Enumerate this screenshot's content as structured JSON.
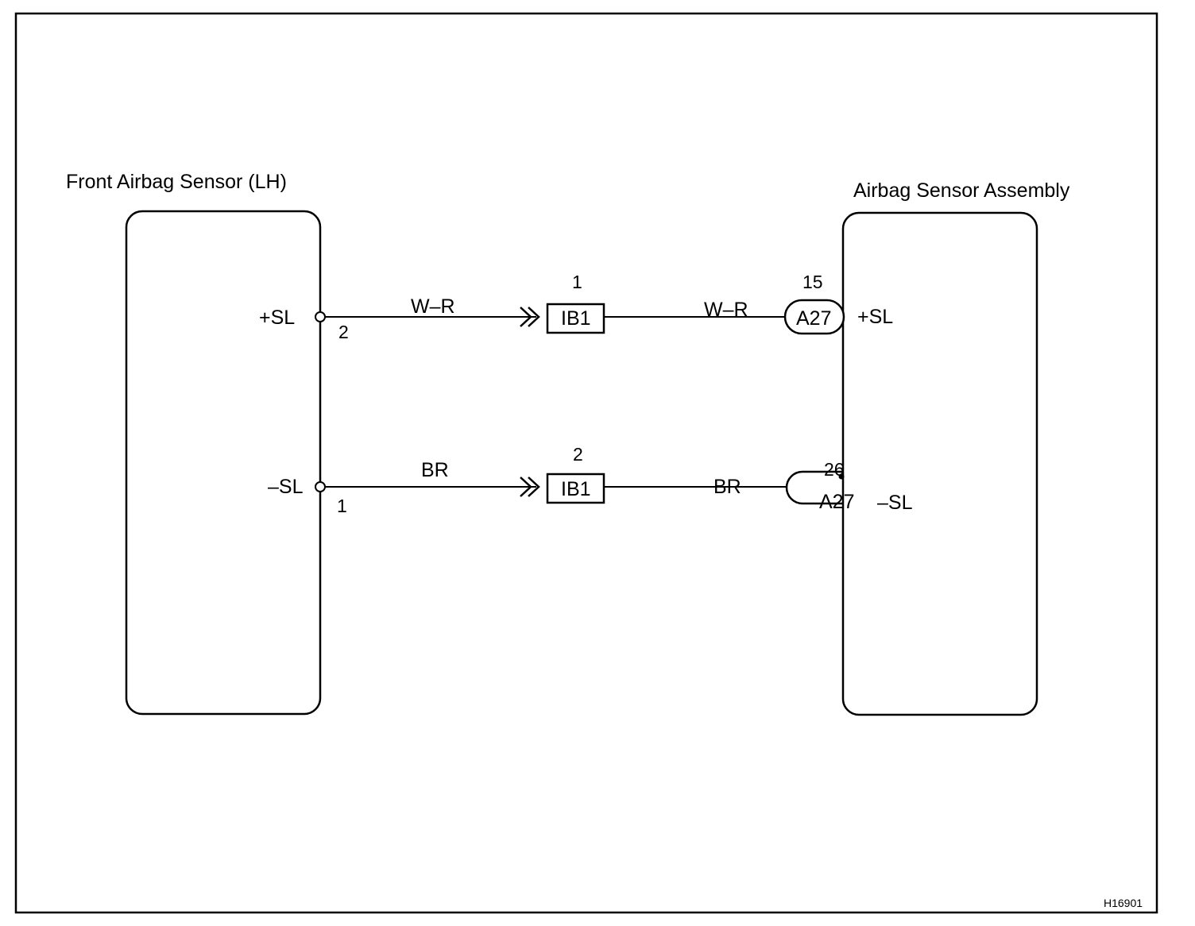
{
  "components": {
    "left": {
      "title": "Front Airbag Sensor (LH)"
    },
    "right": {
      "title": "Airbag Sensor Assembly"
    }
  },
  "circuits": [
    {
      "left_terminal": "+SL",
      "left_pin": "2",
      "wire_color_left": "W–R",
      "junction_pin": "1",
      "junction": "IB1",
      "wire_color_right": "W–R",
      "connector_pin": "15",
      "connector": "A27",
      "right_terminal": "+SL"
    },
    {
      "left_terminal": "–SL",
      "left_pin": "1",
      "wire_color_left": "BR",
      "junction_pin": "2",
      "junction": "IB1",
      "wire_color_right": "BR",
      "connector_pin": "26",
      "connector": "A27",
      "right_terminal": "–SL"
    }
  ],
  "figure_id": "H16901"
}
